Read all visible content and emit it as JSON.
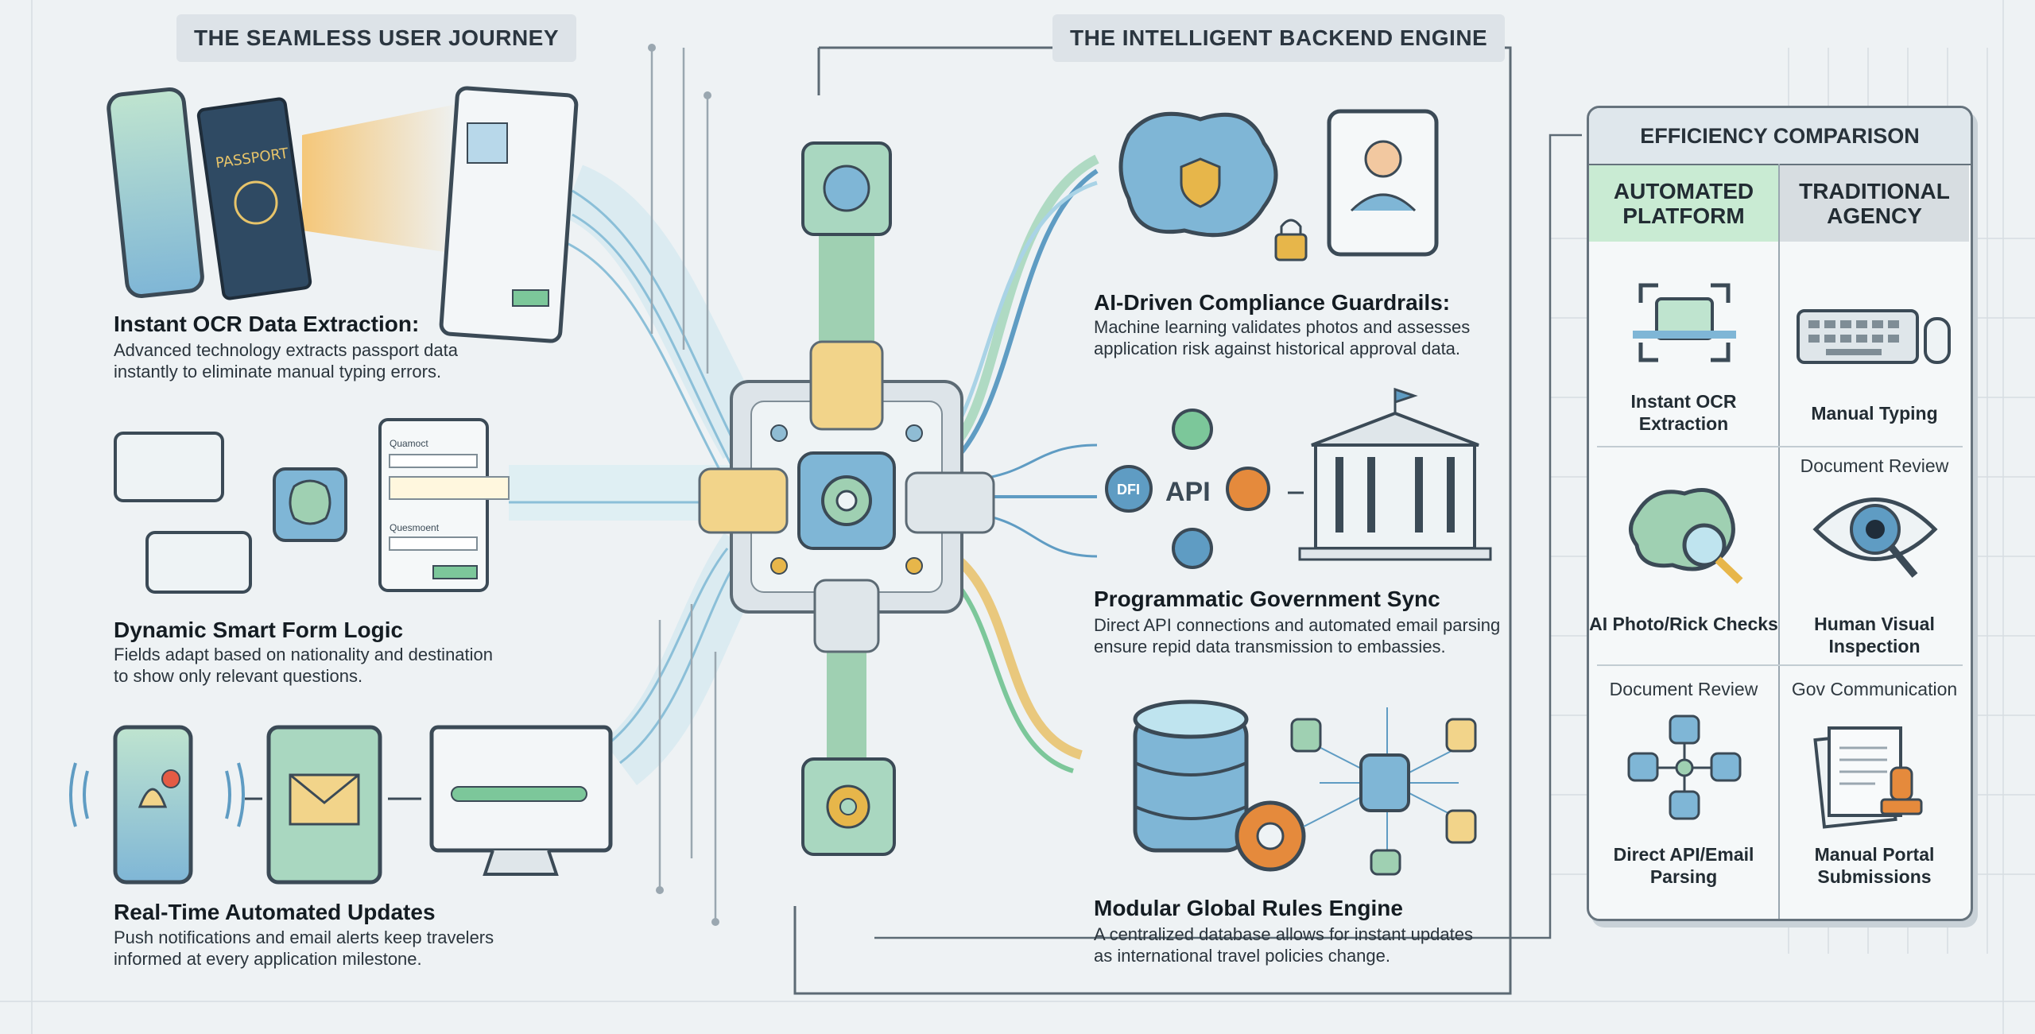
{
  "headers": {
    "user_journey": "THE SEAMLESS USER JOURNEY",
    "backend_engine": "THE INTELLIGENT BACKEND ENGINE"
  },
  "journey": [
    {
      "title": "Instant OCR Data Extraction:",
      "desc_line1": "Advanced technology extracts passport data",
      "desc_line2": "instantly to eliminate manual typing errors.",
      "passport_text": "PASSPORT"
    },
    {
      "title": "Dynamic Smart Form Logic",
      "desc_line1": "Fields adapt based on nationality and destination",
      "desc_line2": "to show only relevant questions.",
      "form_label_1": "Quamoct",
      "form_label_2": "Quesmoent"
    },
    {
      "title": "Real-Time Automated Updates",
      "desc_line1": "Push notifications and email alerts keep travelers",
      "desc_line2": "informed at every application milestone."
    }
  ],
  "backend": [
    {
      "title": "AI-Driven Compliance Guardrails:",
      "desc_line1": "Machine learning validates photos and assesses",
      "desc_line2": "application risk against historical approval data."
    },
    {
      "title": "Programmatic Government Sync",
      "desc_line1": "Direct API connections and automated email parsing",
      "desc_line2": "ensure repid data transmission to embassies.",
      "api_label": "API",
      "dfi_label": "DFI"
    },
    {
      "title": "Modular Global Rules Engine",
      "desc_line1": "A centralized database allows for instant updates",
      "desc_line2": "as international travel policies change."
    }
  ],
  "comparison": {
    "title": "EFFICIENCY COMPARISON",
    "col_automated": "AUTOMATED PLATFORM",
    "col_traditional": "TRADITIONAL AGENCY",
    "automated_rows": [
      {
        "label": "Instant OCR Extraction",
        "icon": "ocr-scan-icon"
      },
      {
        "label": "AI Photo/Rick Checks",
        "icon": "brain-magnifier-icon"
      },
      {
        "label": "Direct API/Email Parsing",
        "icon": "database-network-icon"
      }
    ],
    "traditional_rows": [
      {
        "label": "Manual Typing",
        "icon": "keyboard-mouse-icon"
      },
      {
        "label": "Human Visual Inspection",
        "icon": "eye-magnifier-icon"
      },
      {
        "label": "Manual Portal Submissions",
        "icon": "papers-stamp-icon"
      }
    ],
    "sublabels": {
      "trad_row2": "Document Review",
      "auto_row3": "Document Review",
      "trad_row3": "Gov Communication"
    }
  },
  "colors": {
    "green": "#7cc79a",
    "blue": "#5f9cc3",
    "gold": "#e7b64a",
    "teal": "#6fb8b0",
    "dark": "#3b4a56",
    "orange": "#e58a3c"
  }
}
